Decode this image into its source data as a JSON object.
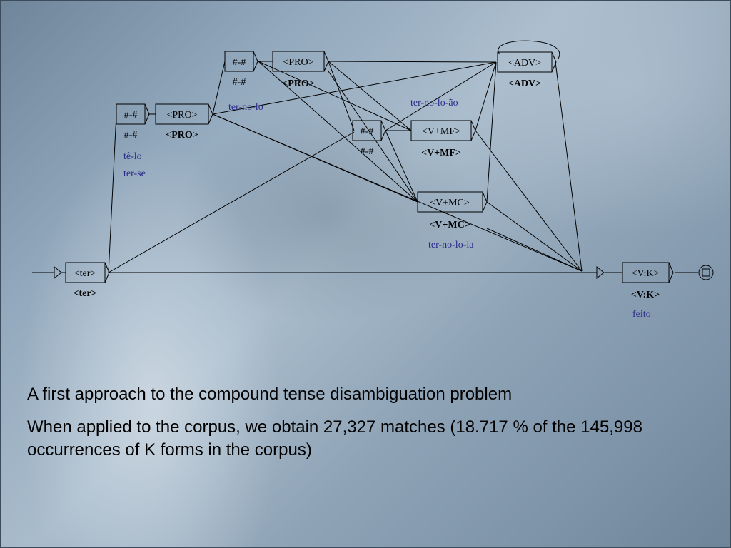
{
  "diagram": {
    "boxes": {
      "ter": "<ter>",
      "hash_a": "#-#",
      "pro_a": "<PRO>",
      "hash_b": "#-#",
      "pro_b": "<PRO>",
      "hash_c": "#-#",
      "adv": "<ADV>",
      "vmf": "<V+MF>",
      "vmc": "<V+MC>",
      "vk": "<V:K>"
    },
    "outputs": {
      "ter": "<ter>",
      "hash_a": "#-#",
      "pro_a": "<PRO>",
      "hash_b": "#-#",
      "pro_b": "<PRO>",
      "hash_c": "#-#",
      "adv": "<ADV>",
      "vmf": "<V+MF>",
      "vmc": "<V+MC>",
      "vk": "<V:K>"
    },
    "labels": {
      "te_lo": "tê-lo",
      "ter_se": "ter-se",
      "ter_no_lo": "ter-no-lo",
      "ter_no_lo_ao": "ter-no-lo-ão",
      "ter_no_lo_ia": "ter-no-lo-ia",
      "feito": "feito"
    }
  },
  "caption": {
    "line1": "A first approach to the compound tense disambiguation problem",
    "line2": "When applied to the corpus, we obtain 27,327 matches (18.717 % of the 145,998 occurrences of K forms in the corpus)"
  }
}
